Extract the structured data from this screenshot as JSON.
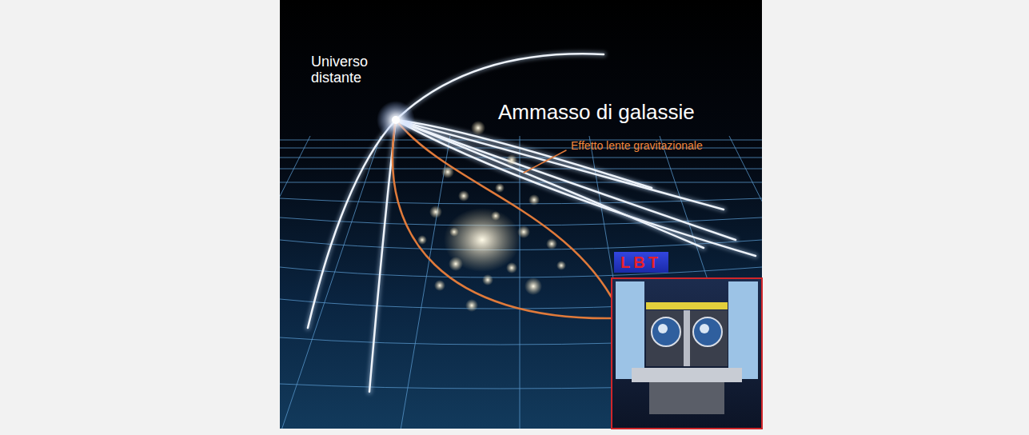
{
  "diagram": {
    "nodes": [
      {
        "text": [
          "LBT"
        ]
      }
    ],
    "labels": [
      "Universo distante",
      "Ammasso di galassie",
      "Effetto lente gravitazionale"
    ]
  }
}
